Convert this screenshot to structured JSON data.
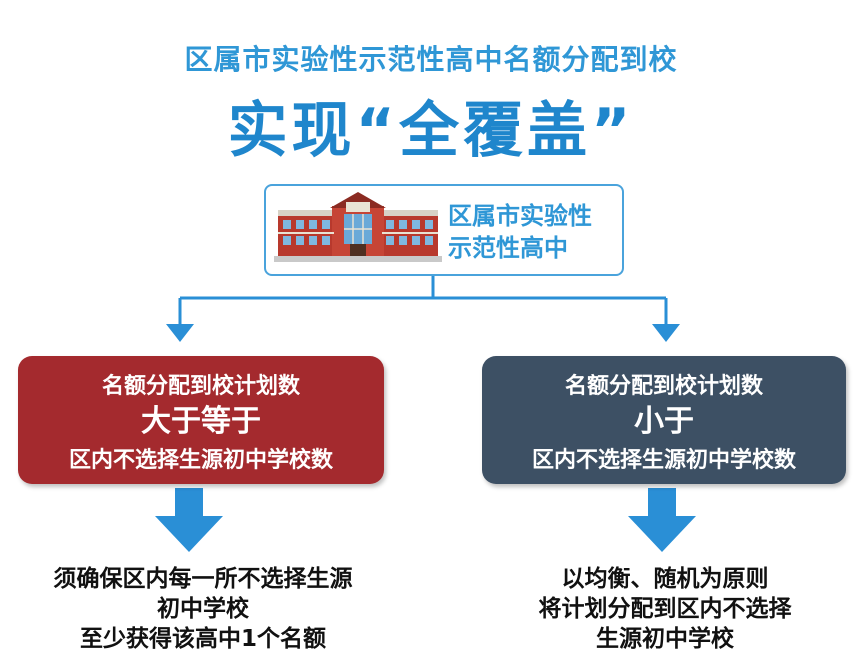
{
  "header": {
    "subtitle": "区属市实验性示范性高中名额分配到校",
    "headline": "实现“全覆盖”"
  },
  "top_node": {
    "line1": "区属市实验性",
    "line2": "示范性高中",
    "icon": "school-building-icon"
  },
  "left_branch": {
    "line1": "名额分配到校计划数",
    "line2": "大于等于",
    "line3": "区内不选择生源初中学校数",
    "color": "#a42a2e",
    "result": {
      "line1": "须确保区内每一所不选择生源",
      "line2": "初中学校",
      "line3": "至少获得该高中1个名额"
    }
  },
  "right_branch": {
    "line1": "名额分配到校计划数",
    "line2": "小于",
    "line3": "区内不选择生源初中学校数",
    "color": "#3d5064",
    "result": {
      "line1": "以均衡、随机为原则",
      "line2": "将计划分配到区内不选择",
      "line3": "生源初中学校"
    }
  },
  "colors": {
    "accent_blue": "#2f97d6",
    "arrow_blue": "#2a8fd6"
  }
}
